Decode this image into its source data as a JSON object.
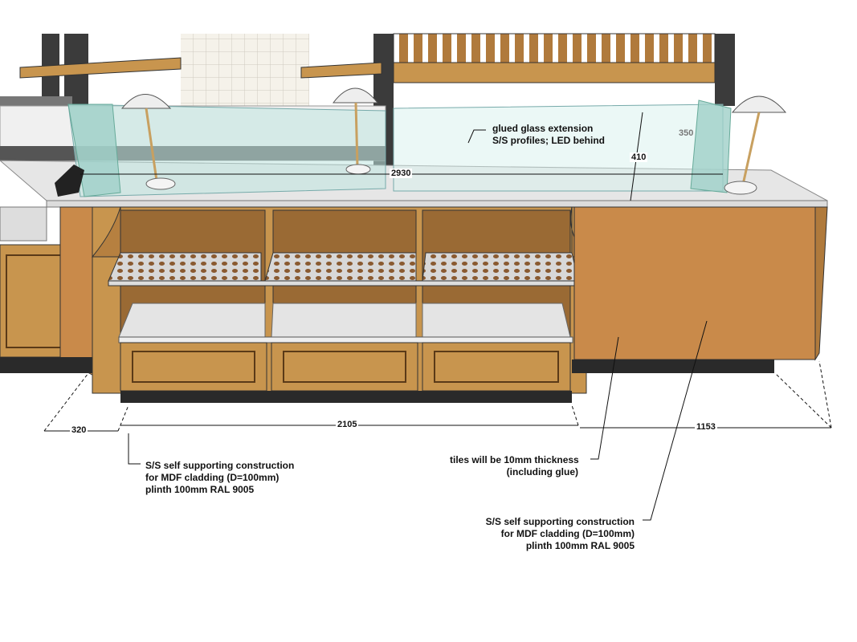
{
  "drawing": {
    "annotations": {
      "glass": [
        "glued glass extension",
        "S/S profiles; LED behind"
      ],
      "left_construction": [
        "S/S self supporting construction",
        "for MDF cladding (D=100mm)",
        "plinth 100mm RAL 9005"
      ],
      "tiles": [
        "tiles will be 10mm thickness",
        "(including glue)"
      ],
      "right_construction": [
        "S/S self supporting construction",
        "for MDF cladding (D=100mm)",
        "plinth 100mm RAL 9005"
      ]
    },
    "dimensions": {
      "glass_length": "2930",
      "glass_height": "410",
      "glass_side": "350",
      "left_side": "320",
      "middle": "2105",
      "right_side": "1153"
    },
    "colors": {
      "wood": "#c8954e",
      "cork": "#c98a4a",
      "marble": "#e6e6e6",
      "plinth": "#2a2a2a",
      "glass": "#bfe6e0",
      "frame": "#3a3a3a"
    }
  }
}
